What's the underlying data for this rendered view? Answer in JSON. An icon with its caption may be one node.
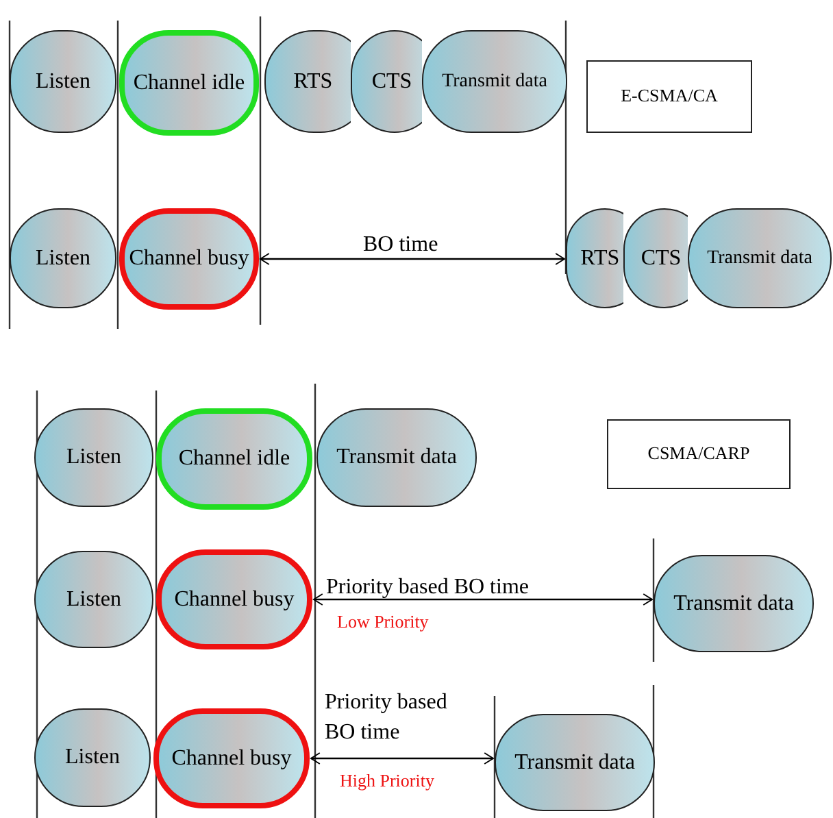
{
  "diagram": {
    "nodes": [
      {
        "text": [
          "Listen"
        ]
      },
      {
        "text": [
          "Channel idle"
        ]
      },
      {
        "text": [
          "RTS"
        ]
      },
      {
        "text": [
          "CTS"
        ]
      },
      {
        "text": [
          "Transmit data"
        ]
      },
      {
        "text": [
          "E-CSMA/CA"
        ]
      },
      {
        "text": [
          "Listen"
        ]
      },
      {
        "text": [
          "Channel busy"
        ]
      },
      {
        "text": [
          "RTS"
        ]
      },
      {
        "text": [
          "CTS"
        ]
      },
      {
        "text": [
          "Transmit data"
        ]
      },
      {
        "text": [
          "Listen"
        ]
      },
      {
        "text": [
          "Channel idle"
        ]
      },
      {
        "text": [
          "Transmit data"
        ]
      },
      {
        "text": [
          "CSMA/CARP"
        ]
      },
      {
        "text": [
          "Listen"
        ]
      },
      {
        "text": [
          "Channel busy"
        ]
      },
      {
        "text": [
          "Transmit data"
        ]
      },
      {
        "text": [
          "Listen"
        ]
      },
      {
        "text": [
          "Channel busy"
        ]
      },
      {
        "text": [
          "Transmit data"
        ]
      }
    ],
    "edges": [
      {
        "from": 7,
        "to": 8,
        "arrow": "both",
        "label": "BO time"
      },
      {
        "from": 16,
        "to": 17,
        "arrow": "both",
        "label": "Priority based BO time"
      },
      {
        "from": 19,
        "to": 20,
        "arrow": "both",
        "label": "Priority based BO time"
      }
    ],
    "labels": [
      "Low Priority",
      "High Priority"
    ]
  }
}
